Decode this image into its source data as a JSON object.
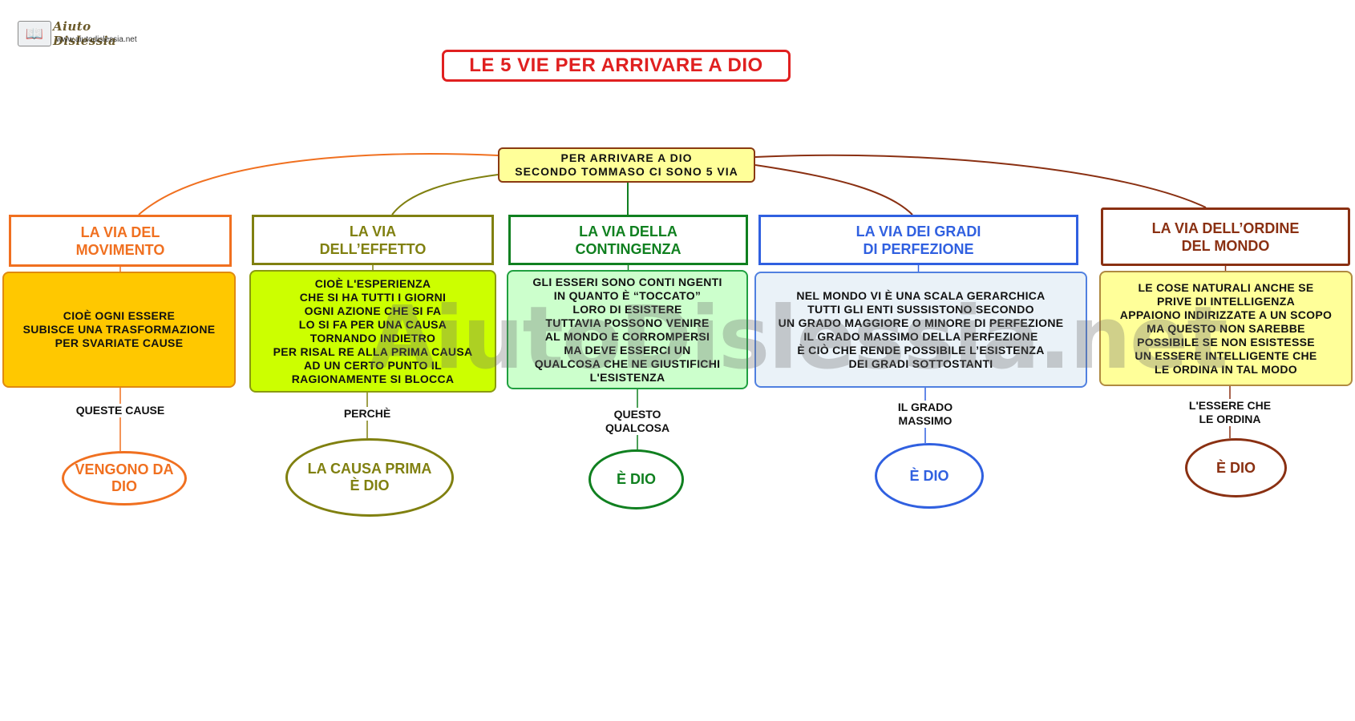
{
  "logo": {
    "icon": "book-magnifier-icon",
    "brand": "Aiuto Dislessia",
    "url": "www.aiutodislessia.net"
  },
  "title": "LE 5 VIE PER ARRIVARE A DIO",
  "root": "PER  ARRIVARE  A  DIO\nSECONDO  TOMMASO CI  SONO  5  VIA",
  "watermark": "AiutoDislessia.net",
  "colors": {
    "title": "#e02020",
    "root_border": "#8a3a12",
    "root_fill": "#ffff99"
  },
  "ways": [
    {
      "header": "LA VIA DEL\nMOVIMENTO",
      "description": "CIOÈ  OGNI  ESSERE\nSUBISCE  UNA  TRASFORMAZIONE\nPER  SVARIATE  CAUSE",
      "link": "QUESTE CAUSE",
      "conclusion": "VENGONO DA\nDIO",
      "color": "#f07020",
      "fill": "#ffc800",
      "fill_border": "#e08a10"
    },
    {
      "header": "LA VIA\nDELL’EFFETTO",
      "description": "CIOÈ  L'ESPERIENZA\nCHE  SI  HA  TUTTI  I  GIORNI\nOGNI  AZIONE  CHE  SI  FA\nLO  SI  FA  PER  UNA  CAUSA\nTORNANDO  INDIETRO\nPER  RISAL RE  ALLA  PRIMA  CAUSA\nAD  UN  CERTO  PUNTO  IL\nRAGIONAMENTE SI  BLOCCA",
      "link": "PERCHÈ",
      "conclusion": "LA CAUSA PRIMA\nÈ DIO",
      "color": "#808010",
      "fill": "#ccff00",
      "fill_border": "#8a9a10"
    },
    {
      "header": "LA VIA  DELLA\nCONTINGENZA",
      "description": "GLI   ESSERI  SONO  CONTI NGENTI\nIN  QUANTO  È  “TOCCATO”\nLORO  DI  ESISTERE\nTUTTAVIA  POSSONO  VENIRE\nAL MONDO  E  CORROMPERSI\nMA  DEVE  ESSERCI  UN\nQUALCOSA  CHE  NE GIUSTIFICHI\nL'ESISTENZA",
      "link": "QUESTO\nQUALCOSA",
      "conclusion": "È DIO",
      "color": "#108020",
      "fill": "#ccffcc",
      "fill_border": "#20a040"
    },
    {
      "header": "LA VIA DEI GRADI\nDI PERFEZIONE",
      "description": "NEL MONDO VI È UNA SCALA GERARCHICA\nTUTTI GLI ENTI SUSSISTONO SECONDO\nUN GRADO MAGGIORE O MINORE DI PERFEZIONE\nIL GRADO MASSIMO DELLA PERFEZIONE\nÈ CIÒ CHE RENDE POSSIBILE L’ESISTENZA\nDEI GRADI SOTTOSTANTI",
      "link": "IL GRADO\nMASSIMO",
      "conclusion": "È DIO",
      "color": "#3060e0",
      "fill": "#eaf2f8",
      "fill_border": "#5080e0"
    },
    {
      "header": "LA VIA DELL’ORDINE\nDEL MONDO",
      "description": "LE COSE NATURALI ANCHE SE\nPRIVE DI INTELLIGENZA\nAPPAIONO INDIRIZZATE A UN SCOPO\nMA QUESTO NON SAREBBE\nPOSSIBILE SE NON ESISTESSE\nUN ESSERE INTELLIGENTE CHE\nLE ORDINA IN TAL MODO",
      "link": "L'ESSERE CHE\nLE ORDINA",
      "conclusion": "È DIO",
      "color": "#8a3012",
      "fill": "#ffff99",
      "fill_border": "#b08a40"
    }
  ]
}
